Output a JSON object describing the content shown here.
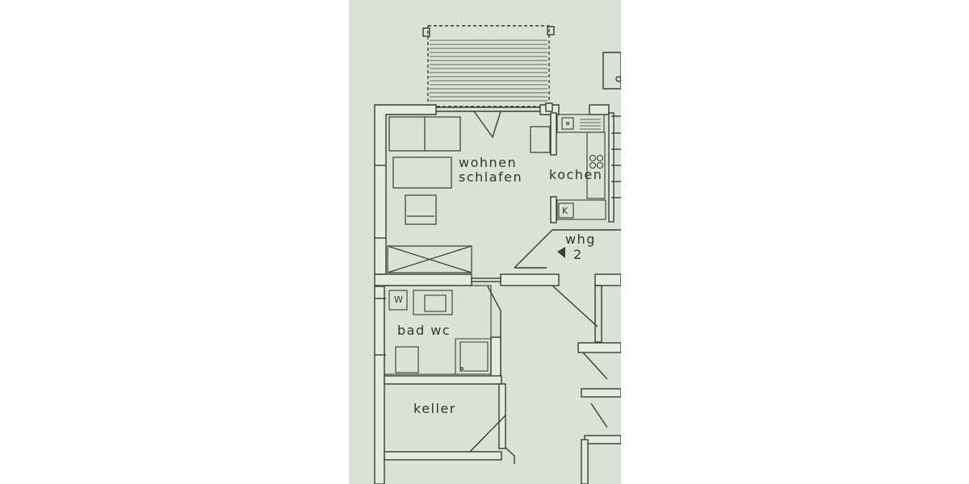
{
  "rooms": {
    "living": {
      "line1": "wohnen",
      "line2": "schlafen"
    },
    "kitchen": "kochen",
    "bath": "bad wc",
    "cellar": "keller",
    "unit": {
      "label": "whg",
      "number": "2"
    }
  },
  "fixtures": {
    "washer": "W",
    "fridge": "K"
  },
  "colors": {
    "paper": "#dddfd9",
    "ink": "#3a3c36",
    "wall_fill": "#e6e8e2"
  }
}
